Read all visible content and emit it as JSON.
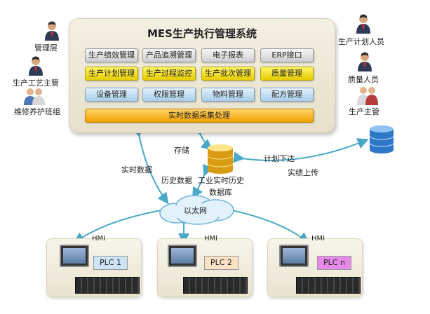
{
  "system": {
    "title": "MES生产执行管理系统",
    "modules_row1": [
      "生产绩效管理",
      "产品追溯管理",
      "电子报表",
      "ERP接口"
    ],
    "modules_row2": [
      "生产计划管理",
      "生产过程监控",
      "生产批次管理",
      "质量管理"
    ],
    "modules_row3": [
      "设备管理",
      "权限管理",
      "物料管理",
      "配方管理"
    ],
    "realtime_bar": "实时数据采集处理"
  },
  "people_left": {
    "management": "管理层",
    "process_supervisor": "生产工艺主管",
    "maintenance_team": "维修养护班组"
  },
  "people_right": {
    "planner": "生产计划人员",
    "quality": "质量人员",
    "production_supervisor": "生产主管"
  },
  "database": {
    "label_line1": "工业实时历史",
    "label_line2": "数据库",
    "store_label": "存储"
  },
  "flows": {
    "realtime_data": "实时数据",
    "history_data": "历史数据",
    "plan_down": "计划下达",
    "actual_up": "实绩上传"
  },
  "network": {
    "ethernet": "以太网"
  },
  "stations": [
    {
      "hmi": "HMI",
      "plc": "PLC 1",
      "plc_color": "#cfe3f7"
    },
    {
      "hmi": "HMI",
      "plc": "PLC 2",
      "plc_color": "#fde1c4"
    },
    {
      "hmi": "HMI",
      "plc": "PLC n",
      "plc_color": "#e58ae8"
    }
  ]
}
